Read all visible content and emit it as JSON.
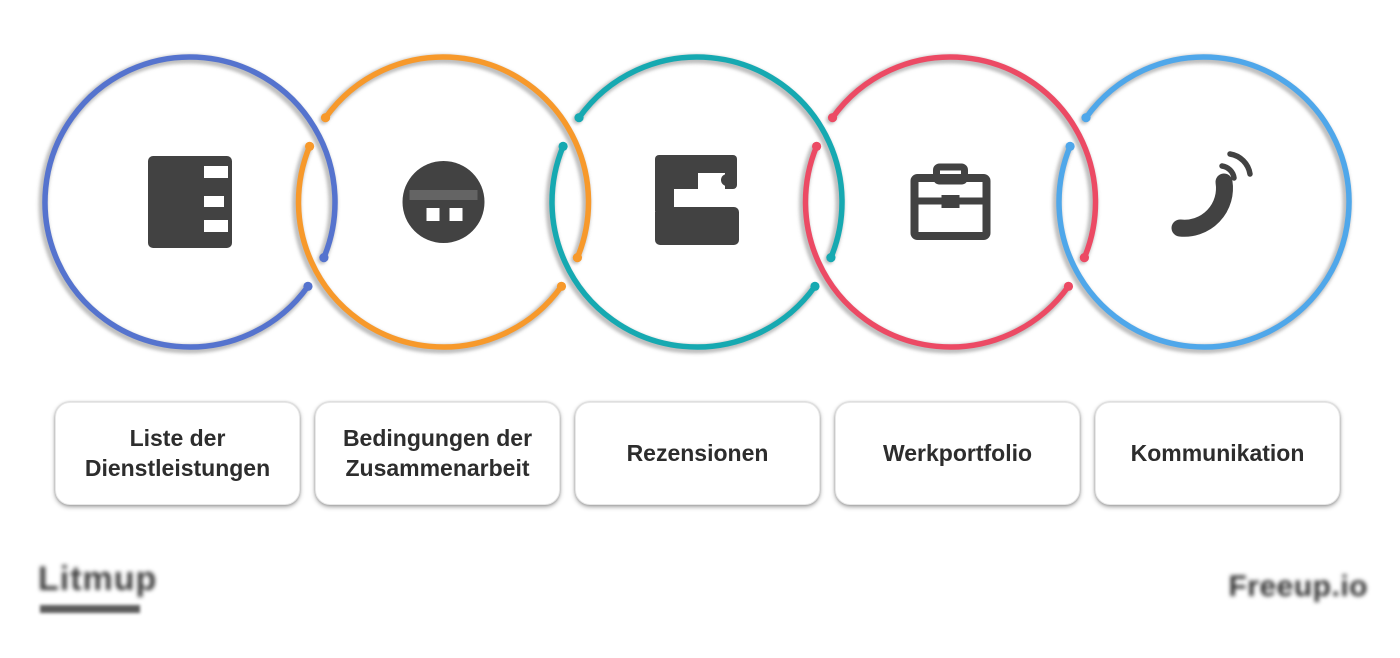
{
  "diagram": {
    "icon_color": "#424242",
    "shadow_color": "rgba(128,128,128,0.5)",
    "circles": [
      {
        "label": "Liste der Dienstleistungen",
        "color": "#5573CE",
        "icon": "document-list-icon"
      },
      {
        "label": "Bedingungen der Zusammenarbeit",
        "color": "#F7992B",
        "icon": "globe-agreement-icon"
      },
      {
        "label": "Rezensionen",
        "color": "#16A9B1",
        "icon": "chat-review-icon"
      },
      {
        "label": "Werkportfolio",
        "color": "#EC4A64",
        "icon": "briefcase-icon"
      },
      {
        "label": "Kommunikation",
        "color": "#4FA7EA",
        "icon": "phone-call-icon"
      }
    ]
  },
  "footer": {
    "left_logo": "Litmup",
    "right_logo": "Freeup.io"
  }
}
